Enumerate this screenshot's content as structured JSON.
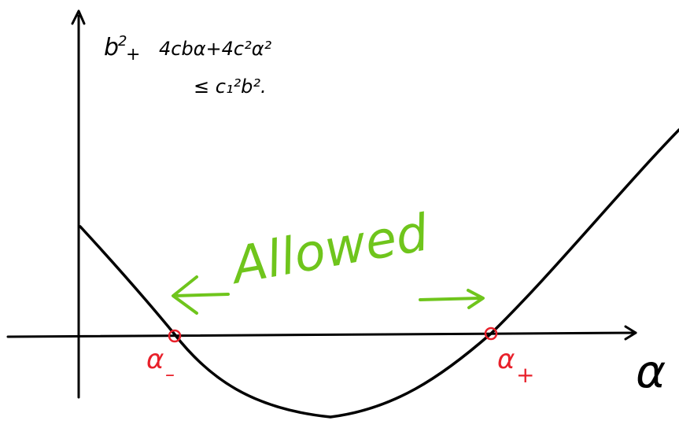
{
  "inequality": {
    "line1_b": "b",
    "line1_exp": "2",
    "line1_plus": "+",
    "line1_rest": "4cbα+4c²α²",
    "line2": "≤ c₁²b²."
  },
  "annotation": {
    "label": "Allowed"
  },
  "roots": {
    "left": {
      "symbol": "α",
      "subscript": "–"
    },
    "right": {
      "symbol": "α",
      "subscript": "+"
    }
  },
  "x_axis": {
    "label": "α"
  },
  "colors": {
    "ink": "#000000",
    "root_marker": "#e8202a",
    "annotation": "#6fc51c"
  }
}
